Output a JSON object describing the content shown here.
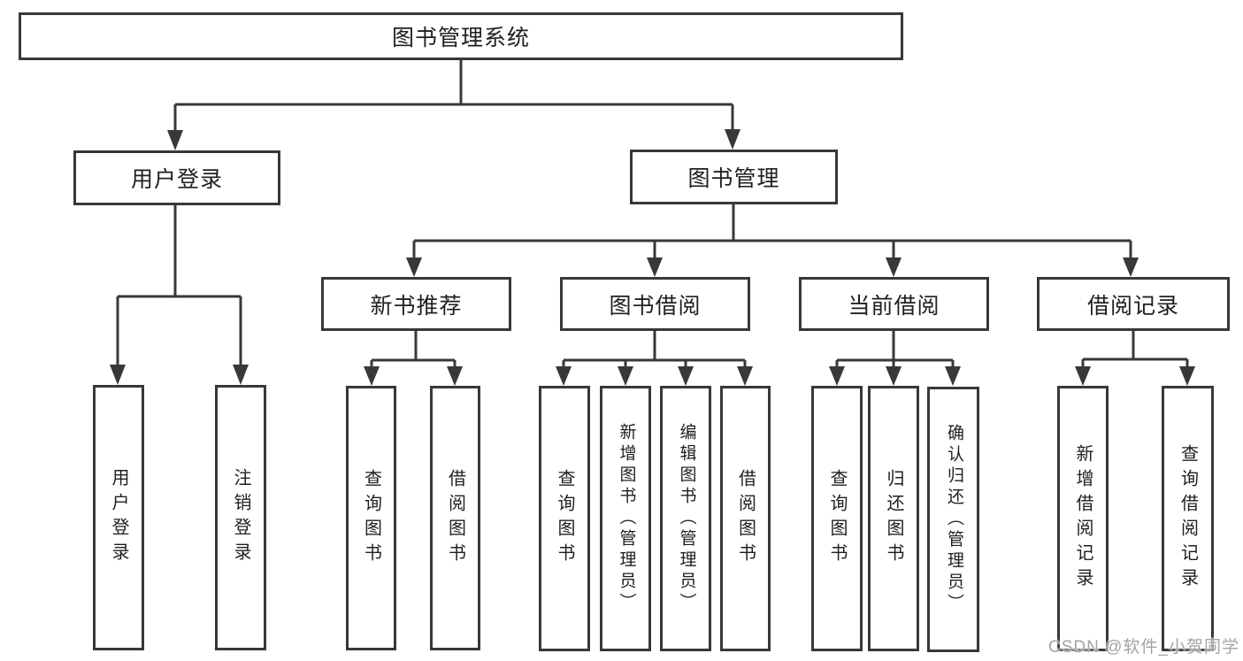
{
  "diagram": {
    "root": {
      "label": "图书管理系统"
    },
    "branches": [
      {
        "label": "用户登录",
        "children": [
          {
            "label": "用户登录"
          },
          {
            "label": "注销登录"
          }
        ]
      },
      {
        "label": "图书管理",
        "children": [
          {
            "label": "新书推荐",
            "children": [
              {
                "label": "查询图书"
              },
              {
                "label": "借阅图书"
              }
            ]
          },
          {
            "label": "图书借阅",
            "children": [
              {
                "label": "查询图书"
              },
              {
                "label": "新增图书（管理员）"
              },
              {
                "label": "编辑图书（管理员）"
              },
              {
                "label": "借阅图书"
              }
            ]
          },
          {
            "label": "当前借阅",
            "children": [
              {
                "label": "查询图书"
              },
              {
                "label": "归还图书"
              },
              {
                "label": "确认归还（管理员）"
              }
            ]
          },
          {
            "label": "借阅记录",
            "children": [
              {
                "label": "新增借阅记录"
              },
              {
                "label": "查询借阅记录"
              }
            ]
          }
        ]
      }
    ]
  },
  "watermark": {
    "text": "CSDN @软件_小贺同学"
  },
  "colors": {
    "line": "#383838",
    "text": "#1f1f1f",
    "watermark": "#a3a3a3",
    "background": "#ffffff"
  }
}
